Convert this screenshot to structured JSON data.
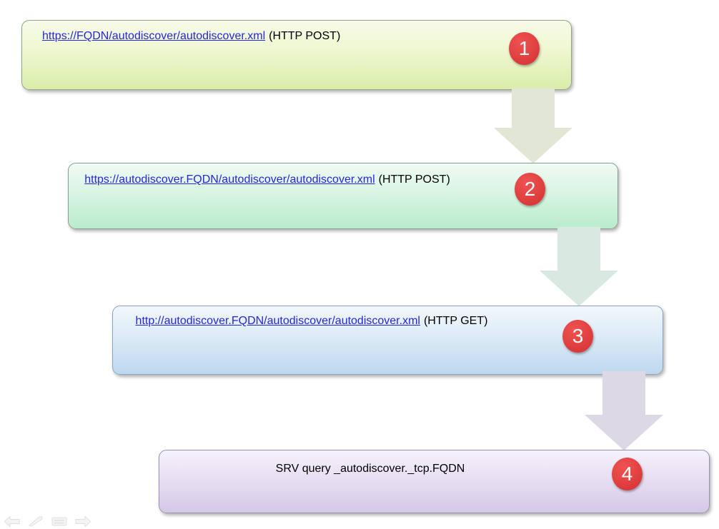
{
  "page": {
    "background": "#ffffff",
    "description": "Autodiscover lookup order diagram"
  },
  "colors": {
    "link": "#2727d8",
    "text": "#000000",
    "badge_fill": "#e04040",
    "badge_text": "#ffffff"
  },
  "steps": [
    {
      "number": "1",
      "url": "https://FQDN/autodiscover/autodiscover.xml",
      "method": "(HTTP POST)",
      "fill_top": "#f7fbe9",
      "fill_bottom": "#d9edaa",
      "border": "#93a583"
    },
    {
      "number": "2",
      "url": "https://autodiscover.FQDN/autodiscover/autodiscover.xml",
      "method": "(HTTP POST)",
      "fill_top": "#effbf4",
      "fill_bottom": "#b9eccd",
      "border": "#879e92"
    },
    {
      "number": "3",
      "url": "http://autodiscover.FQDN/autodiscover/autodiscover.xml",
      "method": "(HTTP GET)",
      "fill_top": "#f2f7fc",
      "fill_bottom": "#bdd7ee",
      "border": "#8aa5bd"
    },
    {
      "number": "4",
      "label": "SRV query _autodiscover._tcp.FQDN",
      "fill_top": "#f6f2fb",
      "fill_bottom": "#d5c8e8",
      "border": "#9b93ad"
    }
  ],
  "arrows": [
    {
      "from": "1",
      "to": "2",
      "color": "#e2e7d5"
    },
    {
      "from": "2",
      "to": "3",
      "color": "#d7e9e0"
    },
    {
      "from": "3",
      "to": "4",
      "color": "#ddd8e6"
    }
  ],
  "slideshow_toolbar": {
    "icons": [
      "back-arrow",
      "pen",
      "menu",
      "forward-arrow"
    ]
  }
}
